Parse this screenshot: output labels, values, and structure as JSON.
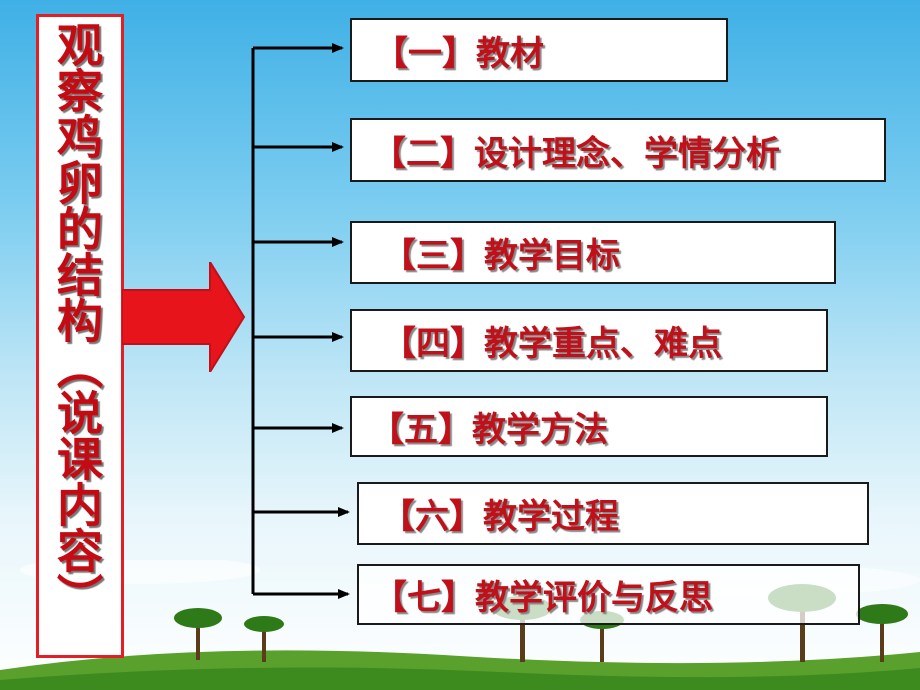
{
  "title": "观察鸡卵的结构（说课内容）",
  "items": [
    {
      "label": "【一】教材"
    },
    {
      "label": "【二】设计理念、学情分析"
    },
    {
      "label": "【三】教学目标"
    },
    {
      "label": "【四】教学重点、难点"
    },
    {
      "label": "【五】教学方法"
    },
    {
      "label": "【六】教学过程"
    },
    {
      "label": "【七】教学评价与反思"
    }
  ],
  "colors": {
    "title_red": "#c40a12",
    "arrow_red": "#e8141c",
    "box_border": "#1a1a1a"
  }
}
